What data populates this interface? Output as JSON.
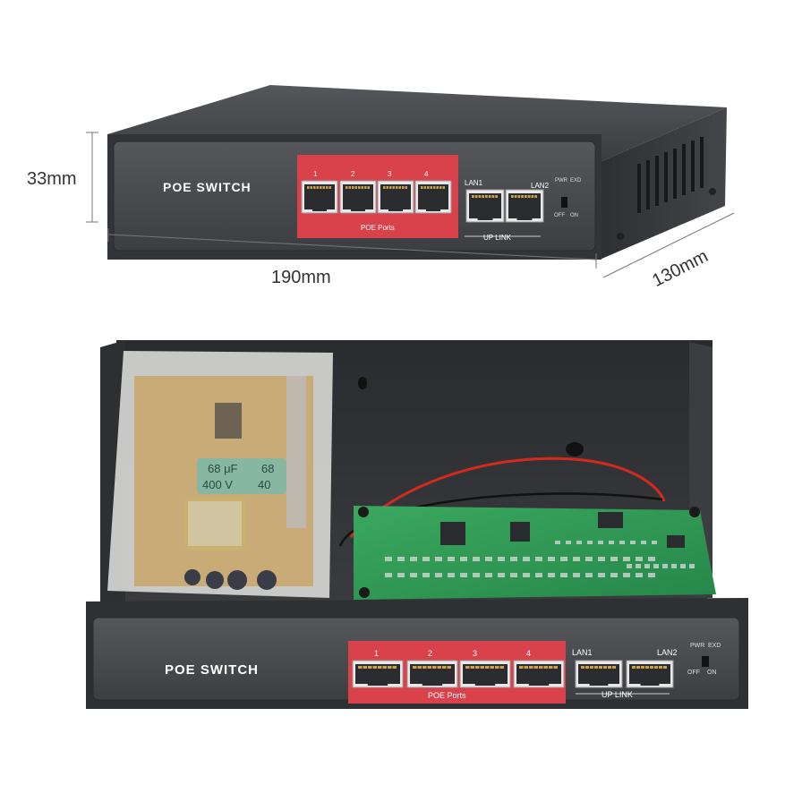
{
  "dimensions": {
    "height": "33mm",
    "width": "190mm",
    "depth": "130mm"
  },
  "device": {
    "brand_label": "POE SWITCH",
    "poe_ports": [
      "1",
      "2",
      "3",
      "4"
    ],
    "poe_group_label": "POE Ports",
    "uplink_ports": [
      "LAN1",
      "LAN2"
    ],
    "uplink_group_label": "UP LINK",
    "pwr_label": "PWR",
    "exd_label": "EXD",
    "off_label": "OFF",
    "on_label": "ON"
  },
  "internals": {
    "capacitor_label_1": "68 μF",
    "capacitor_label_2": "400 V",
    "capacitor_label_1b": "68",
    "capacitor_label_2b": "40"
  },
  "colors": {
    "chassis": "#3a3b3e",
    "front_panel": "#4a4b4e",
    "poe_red": "#d9414b",
    "pcb_green": "#2e9a52",
    "psu_board": "#c9a66a"
  }
}
